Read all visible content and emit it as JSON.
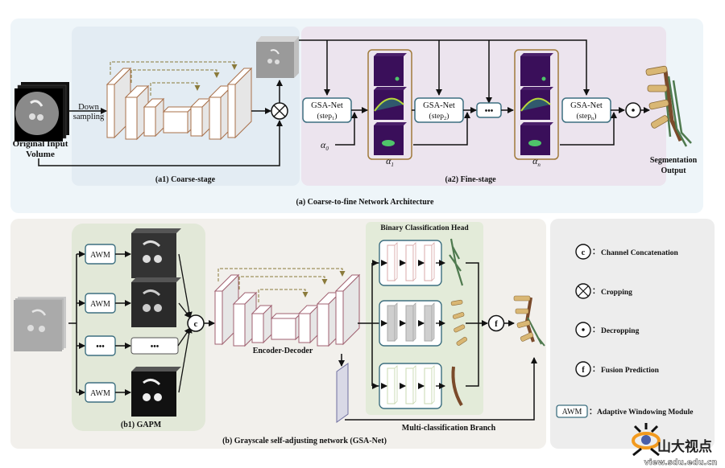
{
  "panel_a": {
    "caption": "(a) Coarse-to-fine Network Architecture",
    "coarse_stage": {
      "caption": "(a1) Coarse-stage",
      "input_label_line1": "Original Input",
      "input_label_line2": "Volume",
      "downsample_line1": "Down",
      "downsample_line2": "sampling"
    },
    "fine_stage": {
      "caption": "(a2) Fine-stage",
      "gsa_title": "GSA-Net",
      "steps": [
        {
          "prefix": "(step",
          "sub": "1",
          "suffix": ")"
        },
        {
          "prefix": "(step",
          "sub": "2",
          "suffix": ")"
        },
        {
          "prefix": "(step",
          "sub": "n",
          "suffix": ")"
        }
      ],
      "ellipsis": "•••",
      "alphas": [
        {
          "base": "α",
          "sub": "0"
        },
        {
          "base": "α",
          "sub": "1"
        },
        {
          "base": "α",
          "sub": "n"
        }
      ]
    },
    "output_label_line1": "Segmentation",
    "output_label_line2": "Output"
  },
  "panel_b": {
    "caption": "(b) Grayscale self-adjusting network (GSA-Net)",
    "gapm": {
      "caption": "(b1) GAPM",
      "modules": [
        "AWM",
        "AWM",
        "•••",
        "AWM"
      ],
      "ellipsis_box": "•••"
    },
    "concat_symbol": "c",
    "encoder_decoder_label": "Encoder-Decoder",
    "binary_head_label": "Binary Classification Head",
    "fusion_symbol": "f",
    "multi_branch_label": "Multi-classification  Branch"
  },
  "legend": {
    "items": [
      {
        "symbol": "c",
        "icon": "concat-icon",
        "label": "Channel Concatenation"
      },
      {
        "symbol": "×",
        "icon": "crop-icon",
        "label": "Cropping"
      },
      {
        "symbol": "•",
        "icon": "decrop-icon",
        "label": "Decropping"
      },
      {
        "symbol": "f",
        "icon": "fusion-icon",
        "label": "Fusion Prediction"
      }
    ],
    "awm_box": "AWM",
    "awm_label": "Adaptive Windowing Module",
    "separator": "："
  },
  "watermark": {
    "text_cn": "山大视点",
    "url": "view.sdu.edu.cn"
  },
  "colors": {
    "panel_a_bg": "#eef5f9",
    "coarse_bg": "#e3ecf3",
    "fine_bg": "#ece4ee",
    "panel_b_bg": "#f2f0ec",
    "gapm_bg": "#e2e8d8",
    "binary_bg": "#e3ebd9",
    "legend_bg": "#ededed",
    "box_stroke": "#3d6f80",
    "block_stroke": "#a8704a",
    "skip_dash": "#8a7a3a",
    "alpha_frame": "#a07a3a",
    "slice_purple": "#3a0f5a",
    "watermark_orange": "#f29a1e"
  }
}
